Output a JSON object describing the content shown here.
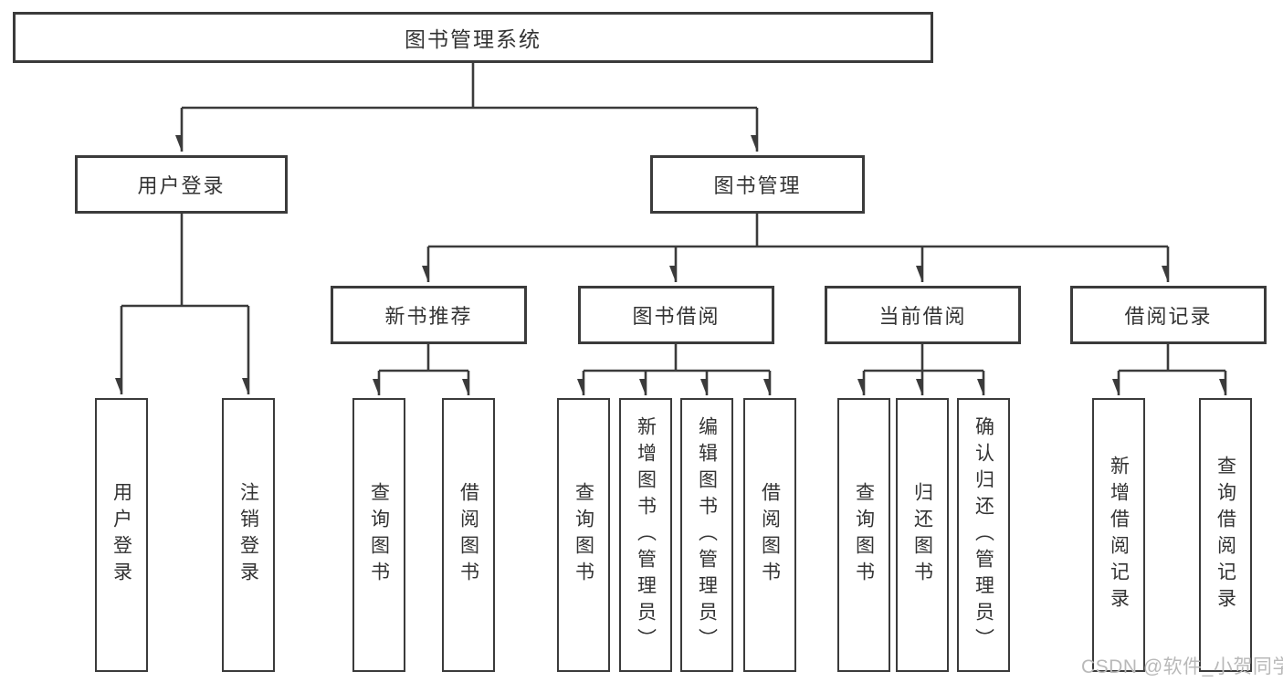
{
  "diagram": {
    "root": {
      "label": "图书管理系统"
    },
    "level2": [
      {
        "label": "用户登录"
      },
      {
        "label": "图书管理"
      }
    ],
    "level3": [
      {
        "label": "新书推荐"
      },
      {
        "label": "图书借阅"
      },
      {
        "label": "当前借阅"
      },
      {
        "label": "借阅记录"
      }
    ],
    "leaves": {
      "user_login": [
        {
          "label": "用户登录"
        },
        {
          "label": "注销登录"
        }
      ],
      "new_book_recommend": [
        {
          "label": "查询图书"
        },
        {
          "label": "借阅图书"
        }
      ],
      "book_borrow": [
        {
          "label": "查询图书"
        },
        {
          "label": "新增图书（管理员）"
        },
        {
          "label": "编辑图书（管理员）"
        },
        {
          "label": "借阅图书"
        }
      ],
      "current_borrow": [
        {
          "label": "查询图书"
        },
        {
          "label": "归还图书"
        },
        {
          "label": "确认归还（管理员）"
        }
      ],
      "borrow_records": [
        {
          "label": "新增借阅记录"
        },
        {
          "label": "查询借阅记录"
        }
      ]
    }
  },
  "watermark": {
    "text": "CSDN @软件_小贺同学"
  },
  "colors": {
    "line": "#3b3b3b",
    "text": "#333333",
    "watermark": "#b9b9b9",
    "background": "#ffffff"
  }
}
